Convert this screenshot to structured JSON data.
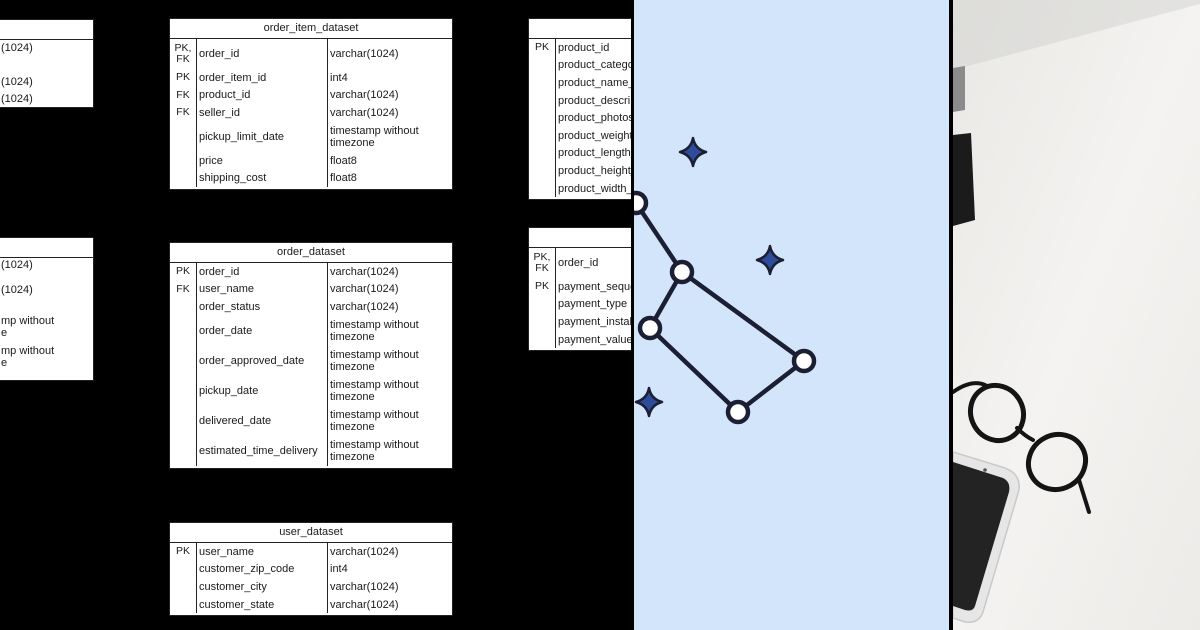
{
  "erd": {
    "order_item": {
      "title": "order_item_dataset",
      "rows": [
        {
          "key": "PK, FK",
          "name": "order_id",
          "type": "varchar(1024)"
        },
        {
          "key": "PK",
          "name": "order_item_id",
          "type": "int4"
        },
        {
          "key": "FK",
          "name": "product_id",
          "type": "varchar(1024)"
        },
        {
          "key": "FK",
          "name": "seller_id",
          "type": "varchar(1024)"
        },
        {
          "key": "",
          "name": "pickup_limit_date",
          "type": "timestamp without timezone"
        },
        {
          "key": "",
          "name": "price",
          "type": "float8"
        },
        {
          "key": "",
          "name": "shipping_cost",
          "type": "float8"
        }
      ]
    },
    "order": {
      "title": "order_dataset",
      "rows": [
        {
          "key": "PK",
          "name": "order_id",
          "type": "varchar(1024)"
        },
        {
          "key": "FK",
          "name": "user_name",
          "type": "varchar(1024)"
        },
        {
          "key": "",
          "name": "order_status",
          "type": "varchar(1024)"
        },
        {
          "key": "",
          "name": "order_date",
          "type": "timestamp without timezone"
        },
        {
          "key": "",
          "name": "order_approved_date",
          "type": "timestamp without timezone"
        },
        {
          "key": "",
          "name": "pickup_date",
          "type": "timestamp without timezone"
        },
        {
          "key": "",
          "name": "delivered_date",
          "type": "timestamp without timezone"
        },
        {
          "key": "",
          "name": "estimated_time_delivery",
          "type": "timestamp without timezone"
        }
      ]
    },
    "user": {
      "title": "user_dataset",
      "rows": [
        {
          "key": "PK",
          "name": "user_name",
          "type": "varchar(1024)"
        },
        {
          "key": "",
          "name": "customer_zip_code",
          "type": "int4"
        },
        {
          "key": "",
          "name": "customer_city",
          "type": "varchar(1024)"
        },
        {
          "key": "",
          "name": "customer_state",
          "type": "varchar(1024)"
        }
      ]
    },
    "left_top_partial": [
      "(1024)",
      "(1024)",
      "(1024)"
    ],
    "left_bottom_partial": [
      "(1024)",
      "(1024)",
      "mp without",
      "e",
      "mp without",
      "e"
    ],
    "product_partial": {
      "rows": [
        {
          "key": "PK",
          "name": "product_id"
        },
        {
          "key": "",
          "name": "product_catego"
        },
        {
          "key": "",
          "name": "product_name_"
        },
        {
          "key": "",
          "name": "product_descri"
        },
        {
          "key": "",
          "name": "product_photos"
        },
        {
          "key": "",
          "name": "product_weight"
        },
        {
          "key": "",
          "name": "product_length_"
        },
        {
          "key": "",
          "name": "product_height_"
        },
        {
          "key": "",
          "name": "product_width_"
        }
      ]
    },
    "payment_partial": {
      "rows": [
        {
          "key": "PK, FK",
          "name": "order_id"
        },
        {
          "key": "PK",
          "name": "payment_seque"
        },
        {
          "key": "",
          "name": "payment_type"
        },
        {
          "key": "",
          "name": "payment_instal"
        },
        {
          "key": "",
          "name": "payment_value"
        }
      ]
    }
  },
  "colors": {
    "erd_background": "#000000",
    "constellation_background": "#d3e5fa",
    "constellation_line": "#1c1f33",
    "sparkle": "#2d4c99",
    "desk": "#f1f0ee"
  },
  "icons": [
    "sparkle-icon",
    "constellation-graphic",
    "glasses-icon",
    "smartphone-icon",
    "laptop-icon"
  ]
}
